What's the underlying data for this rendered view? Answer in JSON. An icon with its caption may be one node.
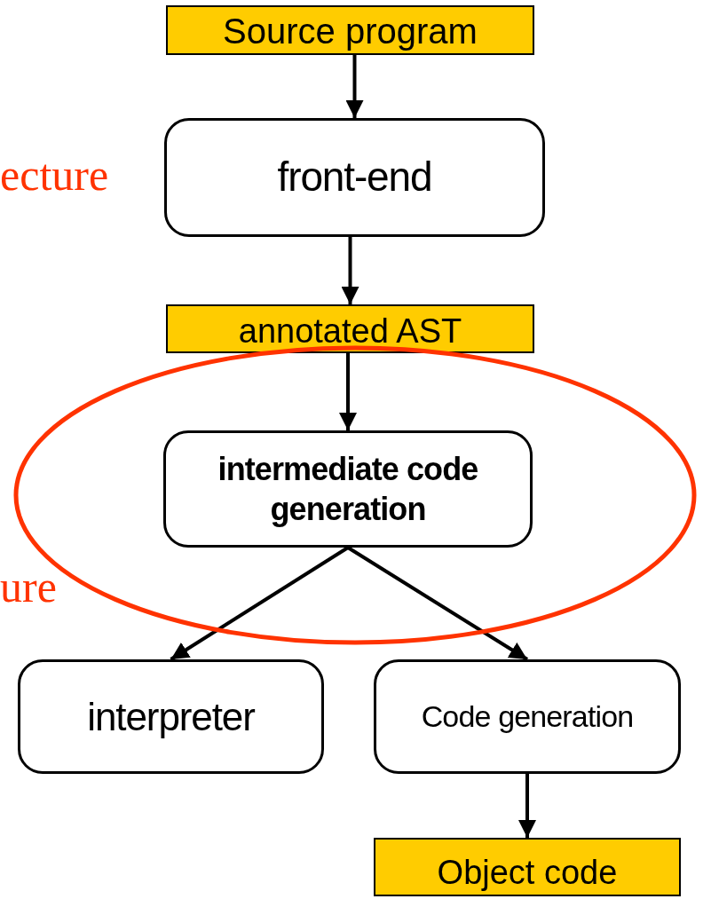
{
  "diagram": {
    "nodes": [
      {
        "text": [
          "Source program"
        ]
      },
      {
        "text": [
          "front-end"
        ]
      },
      {
        "text": [
          "annotated AST"
        ]
      },
      {
        "text": [
          "intermediate code generation"
        ]
      },
      {
        "text": [
          "interpreter"
        ]
      },
      {
        "text": [
          "Code generation"
        ]
      },
      {
        "text": [
          "Object code"
        ]
      }
    ],
    "edges": [
      {
        "from": 0,
        "to": 1,
        "arrow": "to"
      },
      {
        "from": 1,
        "to": 2,
        "arrow": "to"
      },
      {
        "from": 2,
        "to": 3,
        "arrow": "to"
      },
      {
        "from": 3,
        "to": 4,
        "arrow": "to"
      },
      {
        "from": 3,
        "to": 5,
        "arrow": "to"
      },
      {
        "from": 5,
        "to": 6,
        "arrow": "to"
      }
    ],
    "labels": [
      "ecture",
      "ure"
    ]
  }
}
